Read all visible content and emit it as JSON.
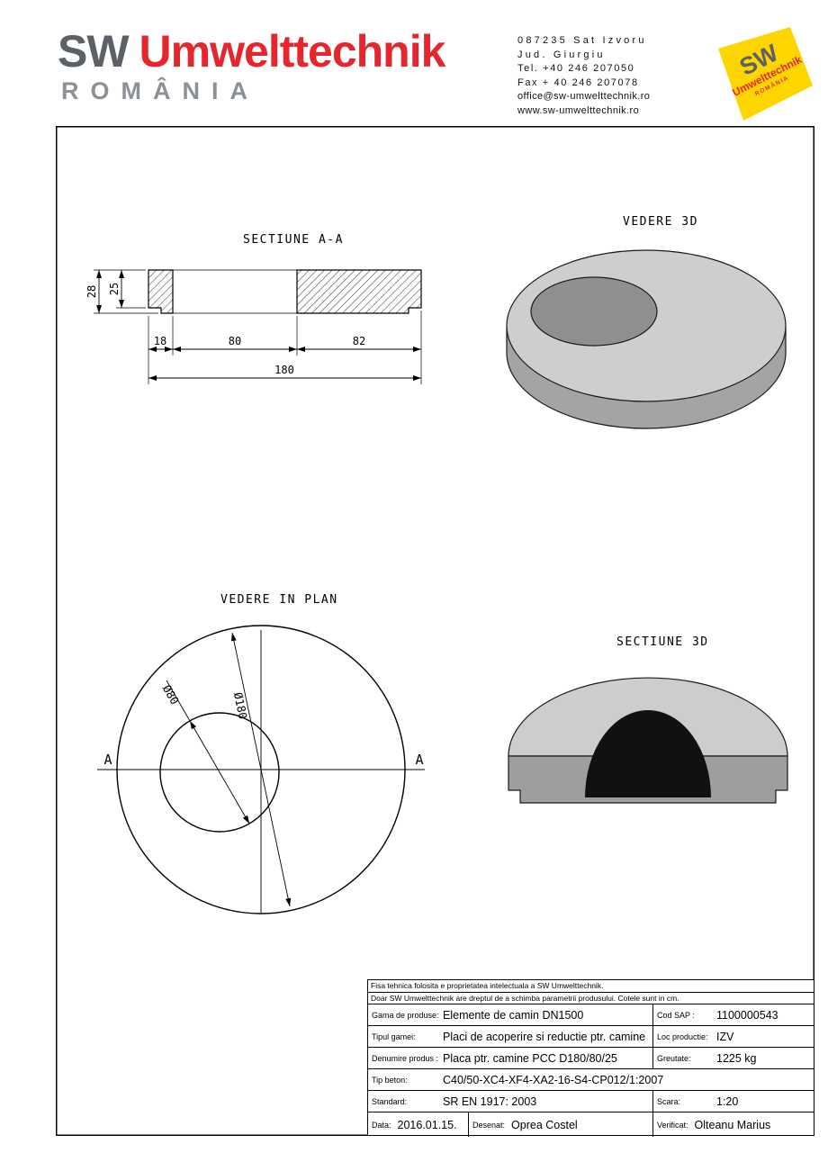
{
  "header": {
    "logo": {
      "sw": "SW",
      "brand": "Umwelttechnik",
      "country": "ROMÂNIA"
    },
    "contact": {
      "lines": [
        "087235 Sat Izvoru",
        "Jud. Giurgiu",
        "Tel. +40 246 207050",
        "Fax + 40 246 207078",
        "office@sw-umwelttechnik.ro",
        "www.sw-umwelttechnik.ro"
      ]
    },
    "badge": {
      "sw": "SW",
      "brand": "Umwelttechnik",
      "country": "ROMÂNIA"
    }
  },
  "drawing": {
    "section_aa": {
      "title": "SECTIUNE A-A",
      "d28": "28",
      "d25": "25",
      "d18": "18",
      "d80": "80",
      "d82": "82",
      "d180": "180"
    },
    "vedere3d": {
      "title": "VEDERE 3D"
    },
    "plan": {
      "title": "VEDERE IN PLAN",
      "dia_inner": "Ø80",
      "dia_outer": "Ø180",
      "marker_left": "A",
      "marker_right": "A"
    },
    "sectiune3d": {
      "title": "SECTIUNE 3D"
    }
  },
  "titleblock": {
    "note1": "Fisa tehnica folosita e proprietatea intelectuala a SW Umwelttechnik.",
    "note2": "Doar SW Umwelttechnik are dreptul de a schimba parametrii produsului. Cotele sunt in cm.",
    "gama_label": "Gama de produse:",
    "gama_value": "Elemente de camin DN1500",
    "codsap_label": "Cod SAP :",
    "codsap_value": "1100000543",
    "tipul_label": "Tipul gamei:",
    "tipul_value": "Placi de acoperire si reductie ptr. camine",
    "loc_label": "Loc productie:",
    "loc_value": "IZV",
    "denumire_label": "Denumire produs :",
    "denumire_value": "Placa ptr. camine PCC D180/80/25",
    "greutate_label": "Greutate:",
    "greutate_value": "1225 kg",
    "beton_label": "Tip beton:",
    "beton_value": "C40/50-XC4-XF4-XA2-16-S4-CP012/1:2007",
    "standard_label": "Standard:",
    "standard_value": "SR EN 1917: 2003",
    "scara_label": "Scara:",
    "scara_value": "1:20",
    "data_label": "Data:",
    "data_value": "2016.01.15.",
    "desenat_label": "Desenat:",
    "desenat_value": "Oprea Costel",
    "verificat_label": "Verificat:",
    "verificat_value": "Olteanu Marius"
  },
  "colors": {
    "brand_red": "#e5262d",
    "logo_gray": "#5b6167",
    "country_gray": "#8b9196",
    "badge_yellow": "#ffd500"
  }
}
